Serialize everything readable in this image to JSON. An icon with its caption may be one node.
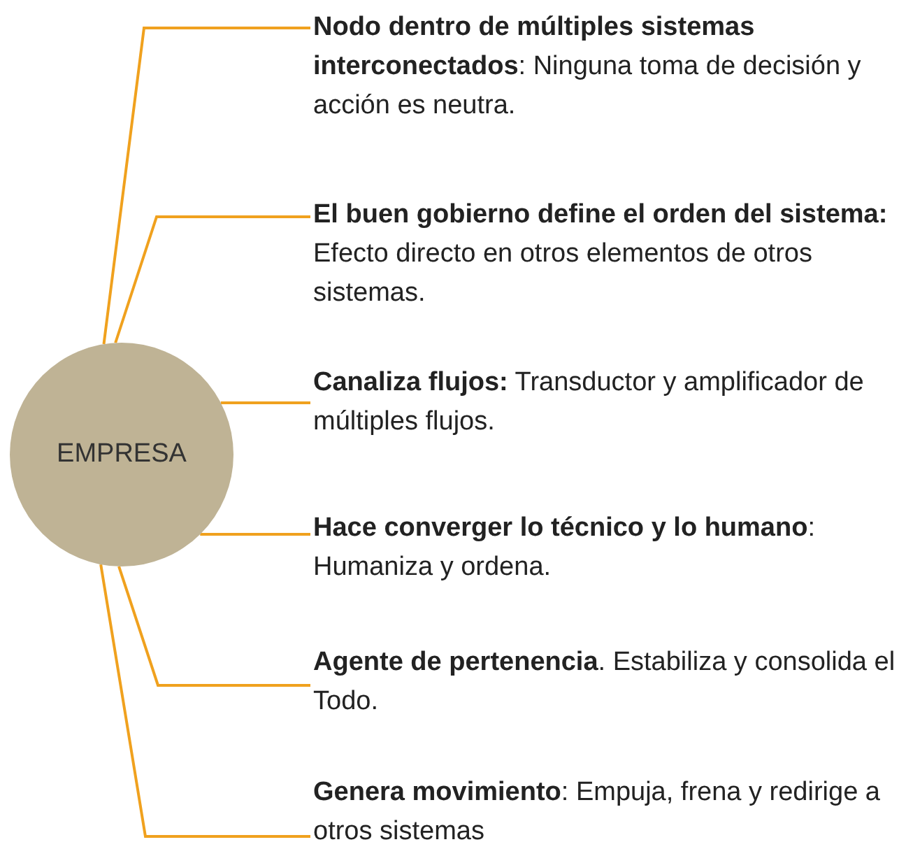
{
  "diagram": {
    "nodes": [
      {
        "text": [
          "EMPRESA"
        ]
      },
      {
        "text": [
          "**Nodo dentro de múltiples sistemas interconectados**: Ninguna toma de decisión y acción es neutra."
        ]
      },
      {
        "text": [
          "**El buen gobierno define el orden del sistema:** Efecto directo en otros elementos de otros sistemas."
        ]
      },
      {
        "text": [
          "**Canaliza flujos:** Transductor y amplificador de múltiples flujos."
        ]
      },
      {
        "text": [
          "**Hace converger lo técnico y lo humano**: Humaniza y ordena."
        ]
      },
      {
        "text": [
          "**Agente de pertenencia**. Estabiliza y consolida el Todo."
        ]
      },
      {
        "text": [
          "**Genera movimiento**: Empuja, frena y redirige a otros sistemas"
        ]
      }
    ],
    "edges": [
      {
        "from": 0,
        "to": 1,
        "arrow": "none"
      },
      {
        "from": 0,
        "to": 2,
        "arrow": "none"
      },
      {
        "from": 0,
        "to": 3,
        "arrow": "none"
      },
      {
        "from": 0,
        "to": 4,
        "arrow": "none"
      },
      {
        "from": 0,
        "to": 5,
        "arrow": "none"
      },
      {
        "from": 0,
        "to": 6,
        "arrow": "none"
      }
    ]
  }
}
